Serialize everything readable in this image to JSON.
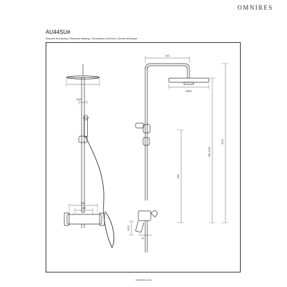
{
  "header": {
    "brand": "OMNIRES",
    "code": "AU44SU#",
    "subtitle": "Rysunek techniczny | Technical drawing | Technisches Zeichnen | Dessin technique"
  },
  "dimensions": {
    "head_diameter_front": "Ø19",
    "spacing_outer": "282",
    "spacing_inner": "150",
    "arm_length": "333",
    "head_diameter_side": "Ø250",
    "height_left": "590",
    "height_mid": "798-1200",
    "height_right": "1070",
    "side_small_a": "G1/2",
    "side_small_b": "70"
  },
  "footer": {
    "url": "omnires.com"
  }
}
